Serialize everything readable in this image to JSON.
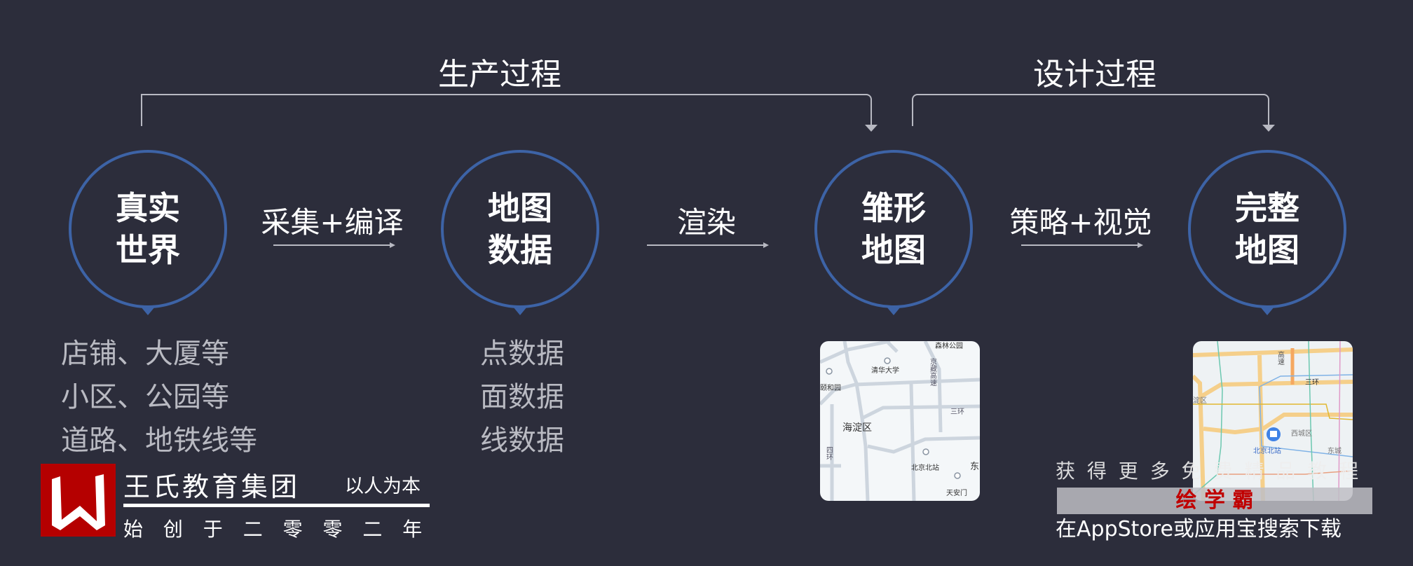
{
  "phases": [
    {
      "label": "生产过程"
    },
    {
      "label": "设计过程"
    }
  ],
  "nodes": [
    {
      "line1": "真实",
      "line2": "世界"
    },
    {
      "line1": "地图",
      "line2": "数据"
    },
    {
      "line1": "雏形",
      "line2": "地图"
    },
    {
      "line1": "完整",
      "line2": "地图"
    }
  ],
  "steps": [
    {
      "label": "采集+编译"
    },
    {
      "label": "渲染"
    },
    {
      "label": "策略+视觉"
    }
  ],
  "world_items": [
    "店铺、大厦等",
    "小区、公园等",
    "道路、地铁线等"
  ],
  "data_items": [
    "点数据",
    "面数据",
    "线数据"
  ],
  "map1": {
    "labels": [
      "森林公园",
      "清华大学",
      "颐和园",
      "京藏高速",
      "三环",
      "海淀区",
      "四环",
      "北京北站",
      "东",
      "天安门"
    ]
  },
  "map2": {
    "labels": [
      "高速",
      "三环",
      "淀区",
      "北京北站",
      "东城",
      "西城区"
    ]
  },
  "logo": {
    "name": "王氏教育集团",
    "motto": "以人为本",
    "founded": "始 创 于 二 零 零 二 年"
  },
  "promo": {
    "line1": "获 得 更 多 免 费 精 品 教 程",
    "app": "绘 学 霸",
    "line3": "在AppStore或应用宝搜索下载"
  },
  "colors": {
    "background": "#2c2d3b",
    "circle": "#3d63a6",
    "brand_red": "#b50000"
  }
}
